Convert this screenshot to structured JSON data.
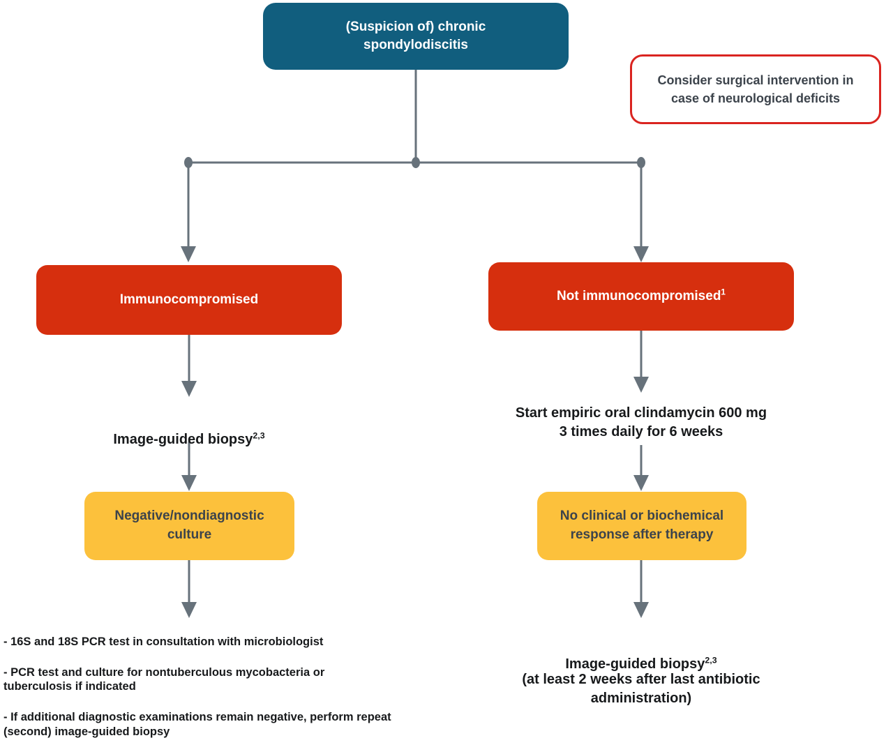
{
  "colors": {
    "teal": "#115e7e",
    "red": "#d62f0e",
    "yellow": "#fcc13c",
    "line_gray": "#67727b",
    "note_border": "#da2420",
    "dark_slate": "#3c434b",
    "near_black": "#17191b",
    "white": "#ffffff"
  },
  "flowchart": {
    "root": {
      "label": "(Suspicion of) chronic\nspondylodiscitis"
    },
    "note": {
      "label": "Consider surgical intervention in\ncase of neurological deficits"
    },
    "left_branch": {
      "condition": "Immunocompromised",
      "step1": {
        "label": "Image-guided biopsy",
        "sup": "2,3"
      },
      "result": "Negative/nondiagnostic\nculture",
      "followup_items": [
        "- 16S and 18S PCR test in consultation with microbiologist",
        "- PCR test and culture for nontuberculous mycobacteria or\ntuberculosis if indicated",
        "- If additional diagnostic examinations remain negative, perform repeat\n(second) image-guided biopsy"
      ]
    },
    "right_branch": {
      "condition": "Not immunocompromised",
      "condition_sup": "1",
      "step1": "Start empiric oral clindamycin 600 mg\n3 times daily for 6 weeks",
      "result": "No clinical or biochemical\nresponse after therapy",
      "step2": {
        "label": "Image-guided biopsy",
        "sup": "2,3"
      },
      "step2_note": "(at least 2 weeks after last antibiotic\nadministration)"
    }
  }
}
